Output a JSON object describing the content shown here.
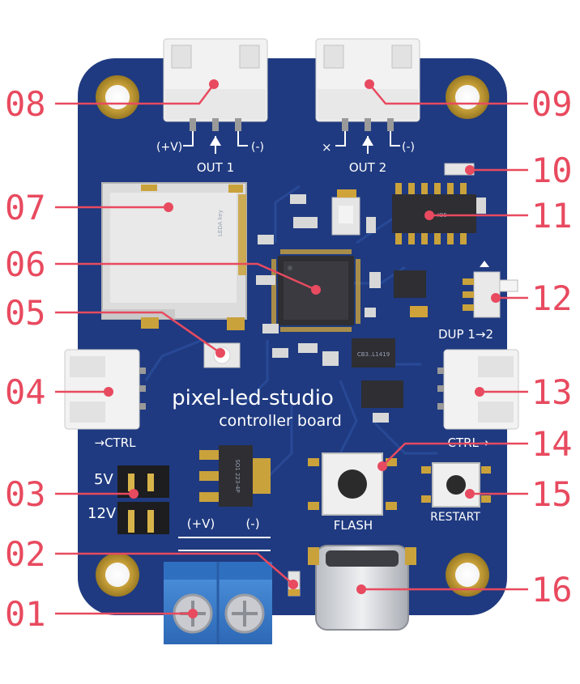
{
  "board": {
    "title": "pixel-led-studio",
    "subtitle": "controller board",
    "out1": {
      "label": "OUT 1",
      "left": "(+V)",
      "right": "(-)"
    },
    "out2": {
      "label": "OUT 2",
      "left": "×",
      "right": "(-)"
    },
    "ctrl_left": "→CTRL",
    "ctrl_right": "CTRL→",
    "dup": "DUP 1→2",
    "jumper_5v": "5V",
    "jumper_12v": "12V",
    "power_plus": "(+V)",
    "power_minus": "(-)",
    "flash": "FLASH",
    "restart": "RESTART",
    "reg_marking": "SO1 223-4P",
    "mcu_marking": "",
    "chip11_marking": "IO5",
    "chip_sd_marking": "LEDA key",
    "chip_small": "CB3..L1419"
  },
  "callouts": [
    {
      "number": "01"
    },
    {
      "number": "02"
    },
    {
      "number": "03"
    },
    {
      "number": "04"
    },
    {
      "number": "05"
    },
    {
      "number": "06"
    },
    {
      "number": "07"
    },
    {
      "number": "08"
    },
    {
      "number": "09"
    },
    {
      "number": "10"
    },
    {
      "number": "11"
    },
    {
      "number": "12"
    },
    {
      "number": "13"
    },
    {
      "number": "14"
    },
    {
      "number": "15"
    },
    {
      "number": "16"
    }
  ],
  "colors": {
    "pcb": "#1f3a80",
    "pcb_trace": "#27468f",
    "silkscreen": "#ffffff",
    "gold": "#c9a23a",
    "callout": "#e84a5f",
    "connector": "#f2f2f2",
    "terminal": "#3a7fd0"
  }
}
